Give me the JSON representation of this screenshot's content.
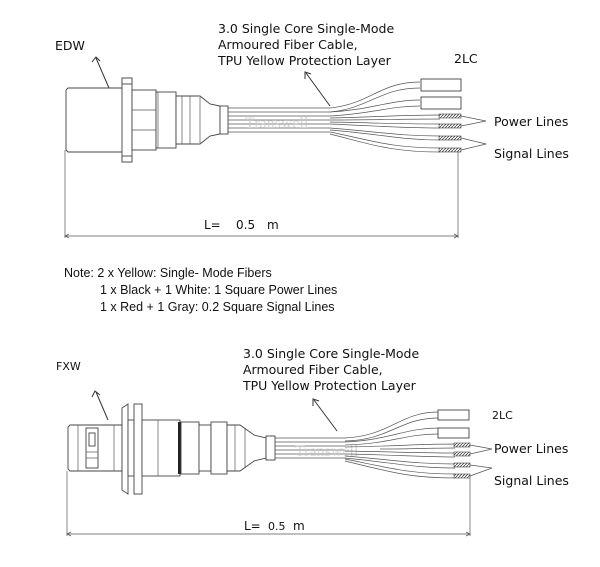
{
  "diagrams": [
    {
      "connector_label": "EDW",
      "cable_description": [
        "3.0 Single Core Single-Mode",
        "Armoured Fiber Cable,",
        "TPU Yellow Protection Layer"
      ],
      "terminal_label": "2LC",
      "power_label": "Power Lines",
      "signal_label": "Signal Lines",
      "length": {
        "prefix": "L=",
        "value": "0.5",
        "unit": "m"
      },
      "watermark": "Transwell"
    },
    {
      "connector_label": "FXW",
      "cable_description": [
        "3.0 Single Core Single-Mode",
        "Armoured Fiber Cable,",
        "TPU Yellow Protection Layer"
      ],
      "terminal_label": "2LC",
      "power_label": "Power Lines",
      "signal_label": "Signal Lines",
      "length": {
        "prefix": "L=",
        "value": "0.5",
        "unit": "m"
      },
      "watermark": "Transwell"
    }
  ],
  "note": {
    "lines": [
      "Note: 2  x Yellow:   Single- Mode Fibers",
      "1 x Black + 1 White:  1 Square Power Lines",
      "1 x Red + 1 Gray:  0.2 Square Signal Lines"
    ]
  }
}
